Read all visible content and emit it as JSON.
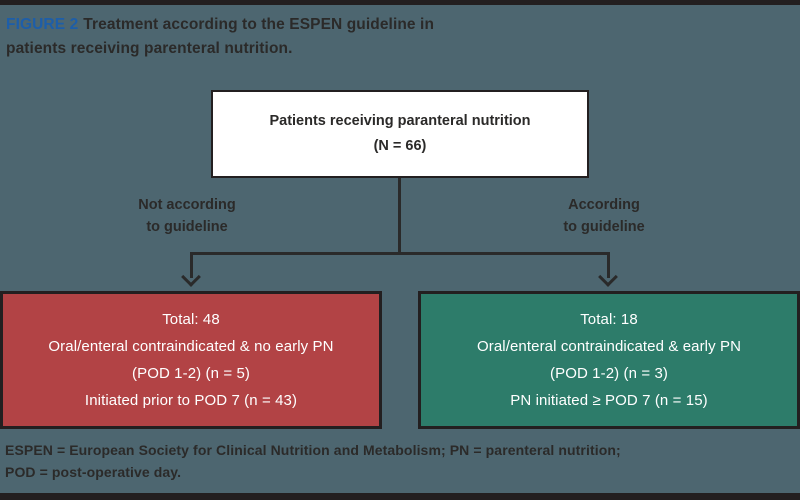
{
  "colors": {
    "background": "#4D6670",
    "bar": "#231F20",
    "line": "#2A2A2A",
    "text_dark": "#2B2A29",
    "figure_label_blue": "#1D5EA9",
    "red_box": "#B24345",
    "green_box": "#2D7C6A",
    "box_border": "#231F20",
    "white": "#FFFFFF"
  },
  "header": {
    "figure_label": "FIGURE 2",
    "title_line1": "Treatment according to the ESPEN guideline in",
    "title_line2": "patients receiving parenteral nutrition."
  },
  "flowchart": {
    "root_box": {
      "line1": "Patients receiving paranteral nutrition",
      "line2": "(N = 66)"
    },
    "left_branch_label": {
      "line1": "Not according",
      "line2": "to guideline"
    },
    "right_branch_label": {
      "line1": "According",
      "line2": "to guideline"
    },
    "left_box": {
      "lines": [
        "Total: 48",
        "Oral/enteral contraindicated & no early PN",
        "(POD 1-2) (n = 5)",
        "Initiated prior to POD 7 (n = 43)"
      ]
    },
    "right_box": {
      "lines": [
        "Total: 18",
        "Oral/enteral contraindicated & early PN",
        "(POD 1-2) (n = 3)",
        "PN initiated ≥ POD 7 (n = 15)"
      ]
    }
  },
  "footnote": {
    "line1": "ESPEN = European Society for Clinical Nutrition and Metabolism; PN = parenteral nutrition;",
    "line2": "POD = post-operative day."
  }
}
